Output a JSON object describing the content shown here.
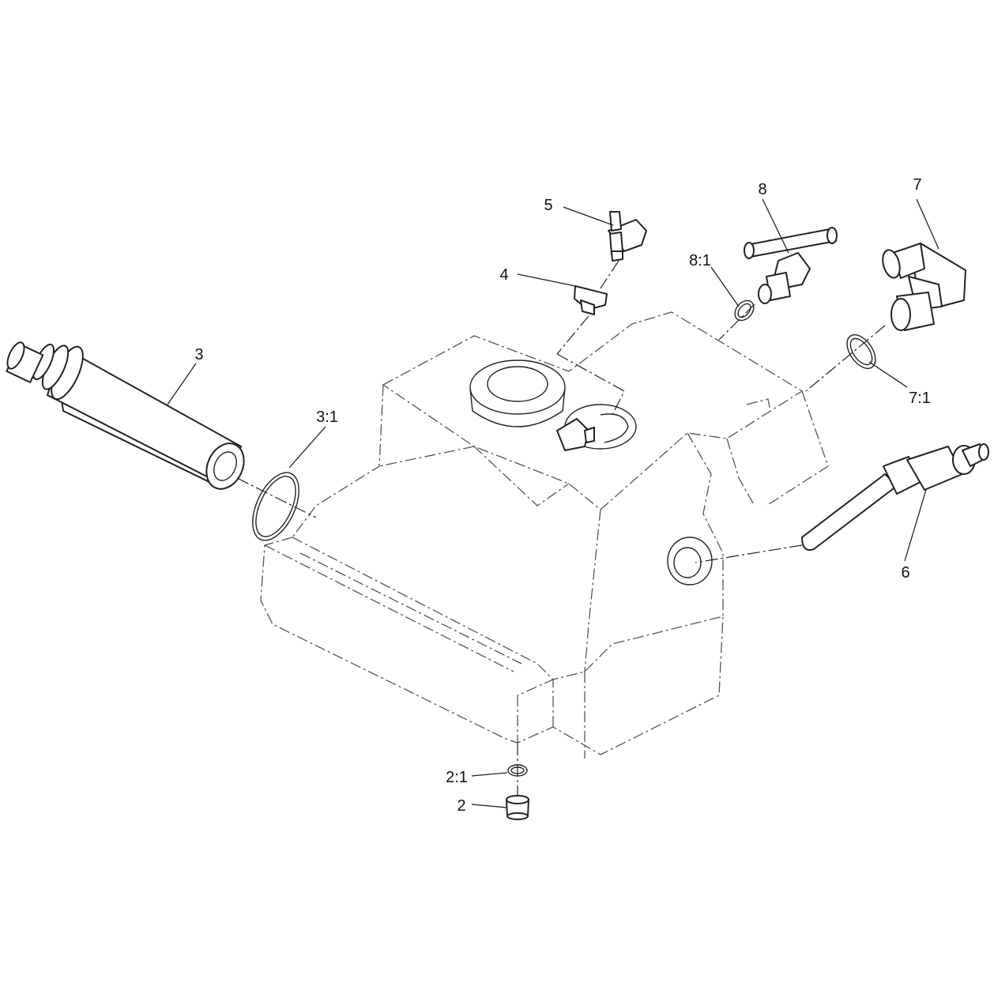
{
  "diagram": {
    "callouts": [
      {
        "id": "c2",
        "label": "2"
      },
      {
        "id": "c2_1",
        "label": "2:1"
      },
      {
        "id": "c3",
        "label": "3"
      },
      {
        "id": "c3_1",
        "label": "3:1"
      },
      {
        "id": "c4",
        "label": "4"
      },
      {
        "id": "c5",
        "label": "5"
      },
      {
        "id": "c6",
        "label": "6"
      },
      {
        "id": "c7",
        "label": "7"
      },
      {
        "id": "c7_1",
        "label": "7:1"
      },
      {
        "id": "c8",
        "label": "8"
      },
      {
        "id": "c8_1",
        "label": "8:1"
      }
    ]
  }
}
